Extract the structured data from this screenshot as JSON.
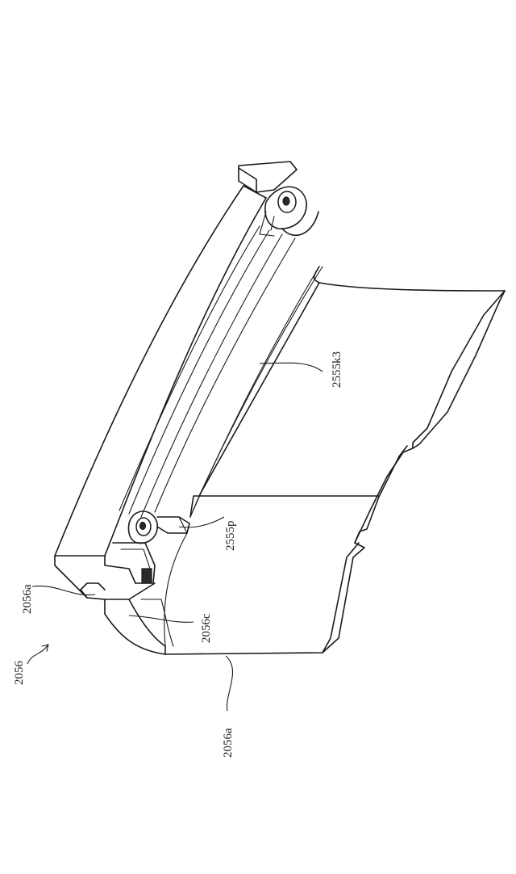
{
  "labels": {
    "figure_ref": "2056",
    "label_top_left": "2056a",
    "label_bottom": "2056a",
    "label_channel": "2056c",
    "label_pocket": "2555p",
    "label_plate": "2555k3"
  }
}
